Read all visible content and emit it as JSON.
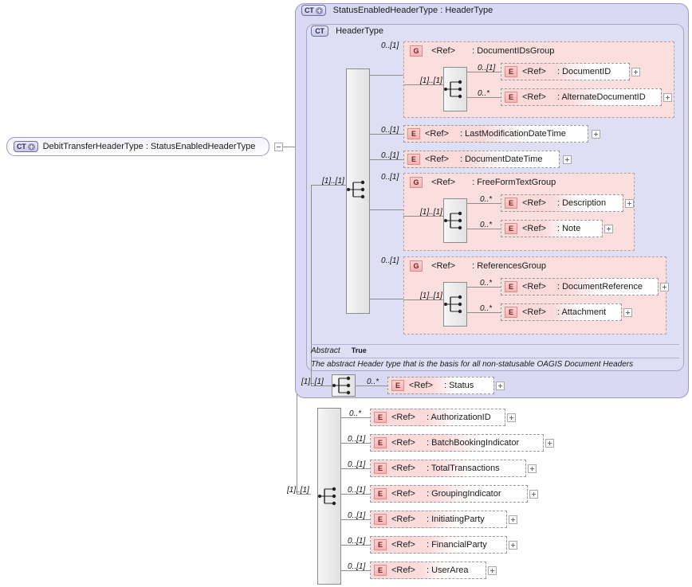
{
  "diagram": {
    "type": "xsd-schema-diagram",
    "root": {
      "badge": "CT",
      "badge_expand": "+",
      "label": "DebitTransferHeaderType : StatusEnabledHeaderType",
      "collapse_icon": "minus-box"
    },
    "outer_type": {
      "badge": "CT",
      "badge_expand": "+",
      "label": "StatusEnabledHeaderType : HeaderType"
    },
    "inner_type": {
      "badge": "CT",
      "label": "HeaderType"
    },
    "annotations": {
      "abstract_key": "Abstract",
      "abstract_value": "True",
      "documentation": "The abstract Header type that is the basis for all non-statusable OAGIS Document Headers"
    },
    "cardinalities": {
      "seq_header": "[1]..[1]",
      "seq_status": "[1]..[1]",
      "seq_bottom": "[1]..[1]",
      "group_inner": "[1]..[1]"
    },
    "header_children": [
      {
        "card": "0..[1]",
        "kind": "group",
        "badge": "G",
        "ref": "<Ref>",
        "name": ": DocumentIDsGroup",
        "children": [
          {
            "card": "0..[1]",
            "badge": "E",
            "ref": "<Ref>",
            "name": ": DocumentID"
          },
          {
            "card": "0..*",
            "badge": "E",
            "ref": "<Ref>",
            "name": ": AlternateDocumentID"
          }
        ]
      },
      {
        "card": "0..[1]",
        "kind": "element",
        "badge": "E",
        "ref": "<Ref>",
        "name": ": LastModificationDateTime"
      },
      {
        "card": "0..[1]",
        "kind": "element",
        "badge": "E",
        "ref": "<Ref>",
        "name": ": DocumentDateTime"
      },
      {
        "card": "0..[1]",
        "kind": "group",
        "badge": "G",
        "ref": "<Ref>",
        "name": ": FreeFormTextGroup",
        "children": [
          {
            "card": "0..*",
            "badge": "E",
            "ref": "<Ref>",
            "name": ": Description"
          },
          {
            "card": "0..*",
            "badge": "E",
            "ref": "<Ref>",
            "name": ": Note"
          }
        ]
      },
      {
        "card": "0..[1]",
        "kind": "group",
        "badge": "G",
        "ref": "<Ref>",
        "name": ": ReferencesGroup",
        "children": [
          {
            "card": "0..*",
            "badge": "E",
            "ref": "<Ref>",
            "name": ": DocumentReference"
          },
          {
            "card": "0..*",
            "badge": "E",
            "ref": "<Ref>",
            "name": ": Attachment"
          }
        ]
      }
    ],
    "status_child": {
      "card": "0..*",
      "badge": "E",
      "ref": "<Ref>",
      "name": ": Status"
    },
    "bottom_children": [
      {
        "card": "0..*",
        "badge": "E",
        "ref": "<Ref>",
        "name": ": AuthorizationID"
      },
      {
        "card": "0..[1]",
        "badge": "E",
        "ref": "<Ref>",
        "name": ": BatchBookingIndicator"
      },
      {
        "card": "0..[1]",
        "badge": "E",
        "ref": "<Ref>",
        "name": ": TotalTransactions"
      },
      {
        "card": "0..[1]",
        "badge": "E",
        "ref": "<Ref>",
        "name": ": GroupingIndicator"
      },
      {
        "card": "0..[1]",
        "badge": "E",
        "ref": "<Ref>",
        "name": ": InitiatingParty"
      },
      {
        "card": "0..[1]",
        "badge": "E",
        "ref": "<Ref>",
        "name": ": FinancialParty"
      },
      {
        "card": "0..[1]",
        "badge": "E",
        "ref": "<Ref>",
        "name": ": UserArea"
      }
    ],
    "colors": {
      "panel_fill": "#d9d9f3",
      "panel_border": "#9a9ac4",
      "group_fill": "#fbdede",
      "element_fill": "#fbdada",
      "badge_red": "#f2b5b5",
      "line": "#8e8e8e"
    }
  }
}
